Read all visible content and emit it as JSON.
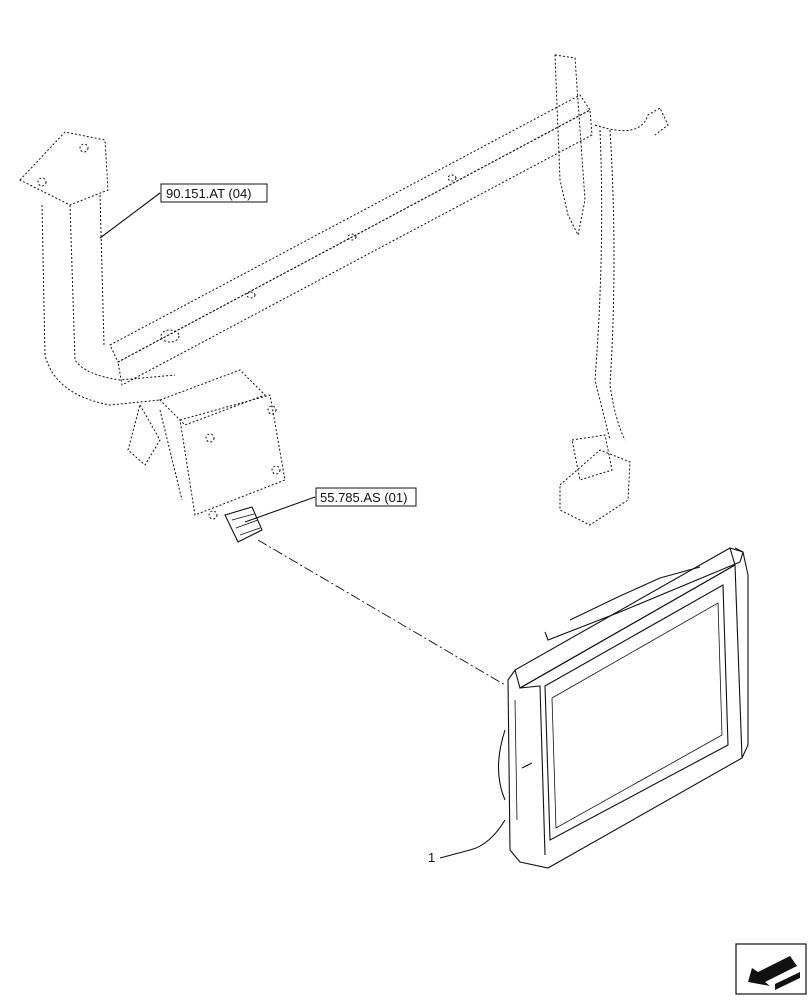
{
  "callouts": {
    "bracket_ref": "90.151.AT (04)",
    "connector_ref": "55.785.AS (01)",
    "display_item": "1"
  },
  "icons": {
    "nav_arrow": "arrow-back-icon"
  }
}
